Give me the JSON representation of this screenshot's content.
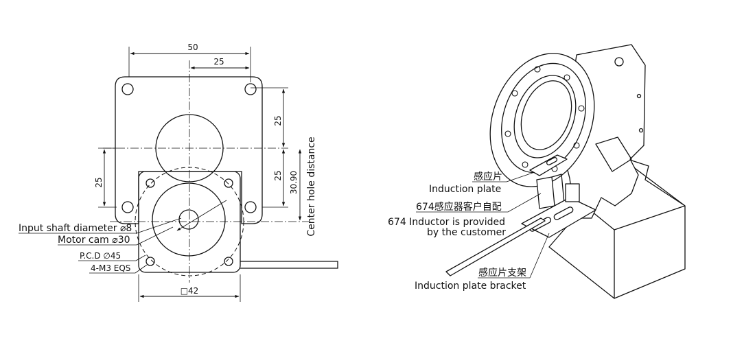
{
  "front_view": {
    "dimensions": {
      "width_total": "50",
      "width_half": "25",
      "height_upper_half": "25",
      "height_left": "25",
      "height_lower_half": "25",
      "center_hole": "30.90",
      "center_hole_caption": "Center hole distance",
      "square_size": "□42"
    },
    "callouts": {
      "shaft": "Input shaft diameter ⌀8",
      "cam": "Motor cam ⌀30",
      "pcd": "P.C.D ∅45",
      "holes": "4-M3 EQS"
    }
  },
  "iso_view": {
    "labels": {
      "plate_cn": "感应片",
      "plate_en": "Induction plate",
      "inductor_cn": "674感应器客户自配",
      "inductor_en_1": "674 Inductor is provided",
      "inductor_en_2": "by the customer",
      "bracket_cn": "感应片支架",
      "bracket_en": "Induction plate bracket"
    }
  }
}
